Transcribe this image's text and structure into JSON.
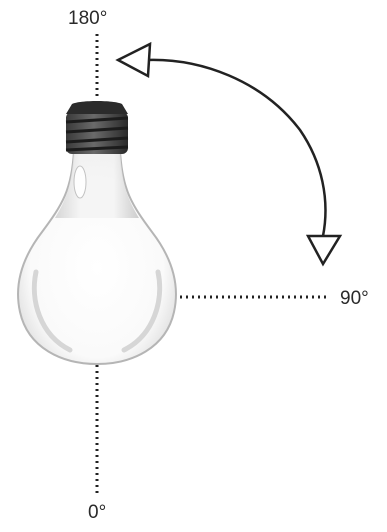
{
  "labels": {
    "top": "180°",
    "right": "90°",
    "bottom": "0°"
  },
  "colors": {
    "line": "#222222",
    "arrow_fill": "#ffffff",
    "cap_dark": "#2b2b2b",
    "glass_edge": "#b5b5b5"
  },
  "icons": {
    "bulb": "light-bulb-icon",
    "rotation": "rotation-arrow-icon"
  }
}
